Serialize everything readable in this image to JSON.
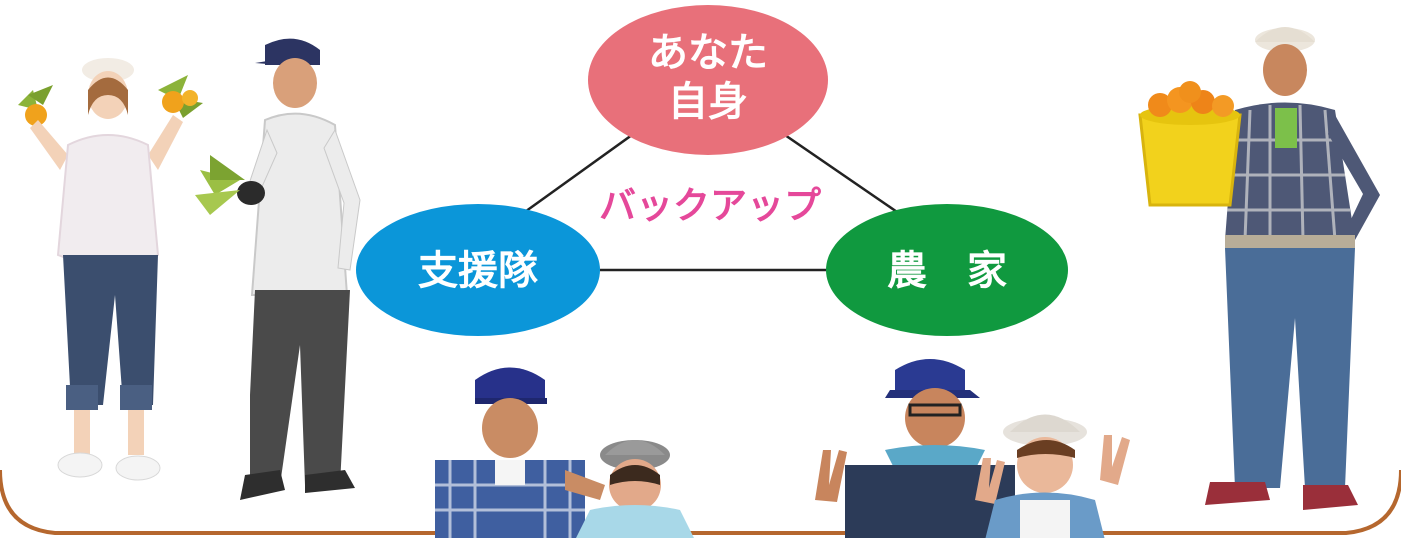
{
  "diagram": {
    "center_label": "バックアップ",
    "nodes": {
      "you": {
        "line1": "あなた",
        "line2": "自身"
      },
      "support": {
        "label": "支援隊"
      },
      "farmer": {
        "label": "農　家"
      }
    }
  },
  "colors": {
    "you": "#e8707a",
    "support": "#0b96d9",
    "farmer": "#10993f",
    "backup_text": "#e5489a",
    "border": "#b5672e",
    "connector": "#222222"
  },
  "photos": [
    {
      "name": "woman-holding-citrus-photo"
    },
    {
      "name": "man-holding-branch-photo"
    },
    {
      "name": "elderly-couple-photo"
    },
    {
      "name": "couple-peace-sign-photo"
    },
    {
      "name": "man-with-orange-bucket-photo"
    }
  ]
}
